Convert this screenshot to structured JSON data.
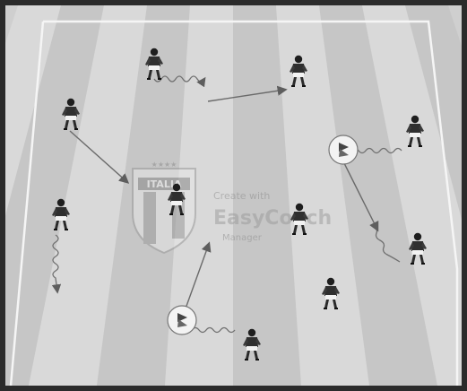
{
  "badge": {
    "text": "ITALIA",
    "stars": "★★★★"
  },
  "watermark": {
    "line1": "Create with",
    "line2": "EasyCoach",
    "line3": "Manager"
  },
  "colors": {
    "pitch_light": "#d9d9d9",
    "pitch_dark": "#c6c6c6",
    "line": "#f4f4f4",
    "frame": "#262626",
    "player_shirt": "#2f2f2f",
    "arrow": "#6b6b6b"
  },
  "icons": {
    "player": "player-icon",
    "cone_marker": "cone-marker-icon",
    "arrow": "arrow-icon"
  }
}
